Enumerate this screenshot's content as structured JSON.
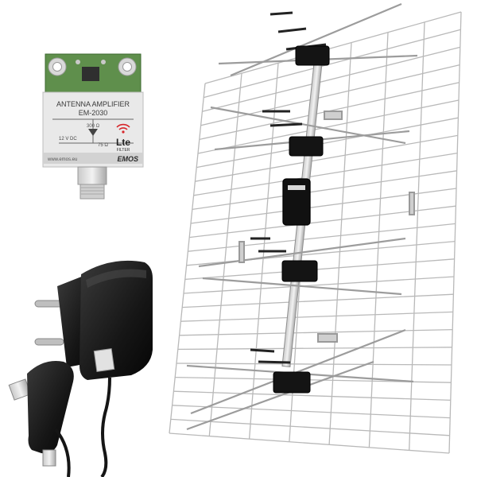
{
  "amplifier": {
    "title_line1": "ANTENNA AMPLIFIER",
    "title_line2": "EM-2030",
    "impedance_top": "300 Ω",
    "voltage": "12 V DC",
    "impedance_out": "75 Ω",
    "lte_label": "Lte",
    "lte_sub": "FILTER",
    "website": "www.emos.eu",
    "brand": "EMOS",
    "colors": {
      "pcb": "#5f8f4c",
      "housing": "#e7e7e7",
      "lte_red": "#d7262b"
    }
  },
  "objects": {
    "antenna": "grid-antenna",
    "adapter": "power-adapter",
    "splitter": "coax-power-injector",
    "colors": {
      "wire": "#b9b9b9",
      "plastic": "#1b1b1b"
    }
  }
}
